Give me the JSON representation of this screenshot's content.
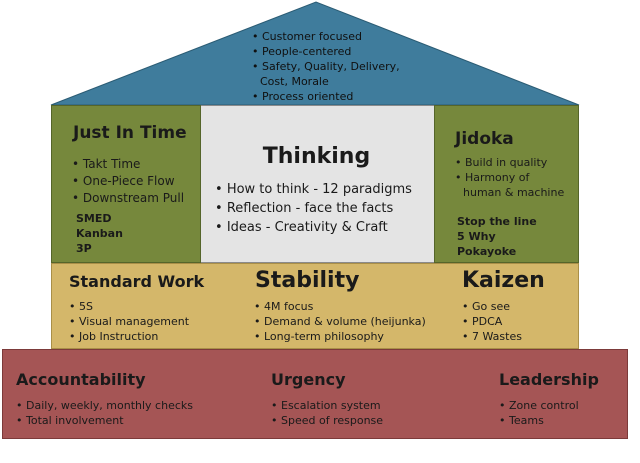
{
  "roof": {
    "items": [
      "Customer focused",
      "People-centered",
      "Safety, Quality, Delivery,",
      "Cost, Morale",
      "Process oriented"
    ]
  },
  "pillars": {
    "left": {
      "title": "Just In Time",
      "items": [
        "Takt Time",
        "One-Piece Flow",
        "Downstream Pull"
      ],
      "tools": [
        "SMED",
        "Kanban",
        "3P"
      ]
    },
    "center": {
      "title": "Thinking",
      "items": [
        "How to think - 12 paradigms",
        "Reflection - face the facts",
        "Ideas - Creativity & Craft"
      ]
    },
    "right": {
      "title": "Jidoka",
      "items": [
        "Build in quality",
        "Harmony of",
        "human & machine"
      ],
      "tools": [
        "Stop the line",
        "5 Why",
        "Pokayoke"
      ]
    }
  },
  "stability_band": {
    "left": {
      "title": "Standard Work",
      "items": [
        "5S",
        "Visual management",
        "Job Instruction"
      ]
    },
    "center": {
      "title": "Stability",
      "items": [
        "4M focus",
        "Demand & volume (heijunka)",
        "Long-term philosophy"
      ]
    },
    "right": {
      "title": "Kaizen",
      "items": [
        "Go see",
        "PDCA",
        "7 Wastes"
      ]
    }
  },
  "foundation": {
    "left": {
      "title": "Accountability",
      "items": [
        "Daily, weekly, monthly checks",
        "Total involvement"
      ]
    },
    "center": {
      "title": "Urgency",
      "items": [
        "Escalation system",
        "Speed of response"
      ]
    },
    "right": {
      "title": "Leadership",
      "items": [
        "Zone control",
        "Teams"
      ]
    }
  },
  "colors": {
    "roof": "#3f7c9c",
    "pillars": "#76883c",
    "thinking": "#e4e4e4",
    "stability": "#d4b76a",
    "foundation": "#a55555"
  },
  "bullet": "•"
}
